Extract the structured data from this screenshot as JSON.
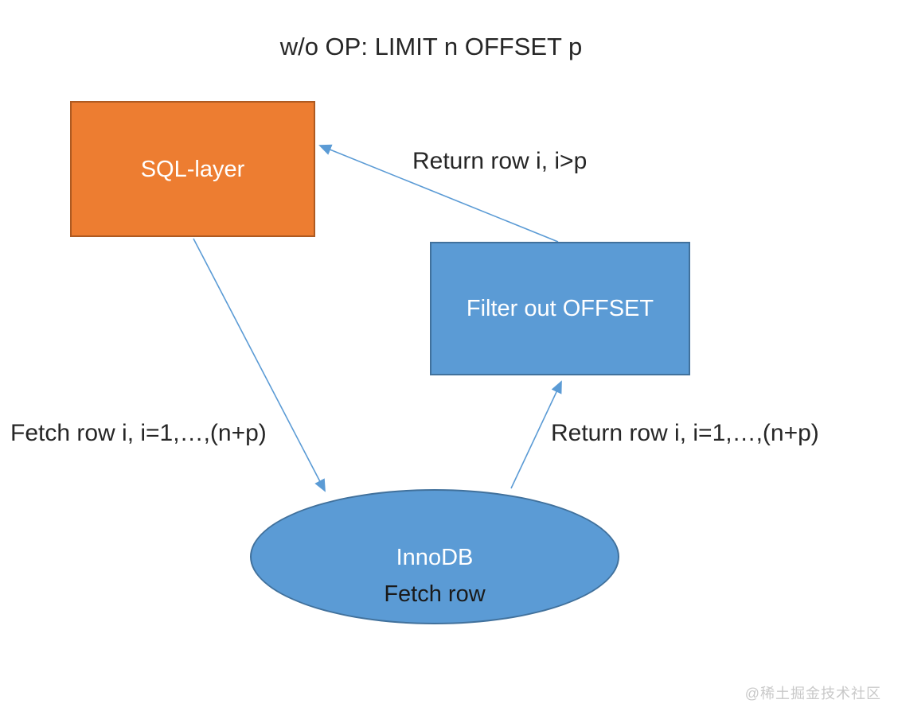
{
  "title": "w/o OP: LIMIT n OFFSET p",
  "nodes": {
    "sql_layer": {
      "label": "SQL-layer"
    },
    "filter_offset": {
      "label": "Filter out OFFSET"
    },
    "innodb": {
      "label_line1": "InnoDB",
      "label_line2": "Fetch row"
    }
  },
  "edges": {
    "filter_to_sql": {
      "label": "Return row i, i>p"
    },
    "sql_to_innodb": {
      "label": "Fetch row i, i=1,…,(n+p)"
    },
    "innodb_to_filter": {
      "label": "Return row i, i=1,…,(n+p)"
    }
  },
  "watermark": "@稀土掘金技术社区",
  "colors": {
    "orange_fill": "#ED7D31",
    "orange_border": "#AE5A21",
    "blue_fill": "#5B9BD5",
    "blue_border": "#41719C",
    "arrow": "#5B9BD5",
    "text": "#262626",
    "watermark": "#C9C9C9"
  }
}
